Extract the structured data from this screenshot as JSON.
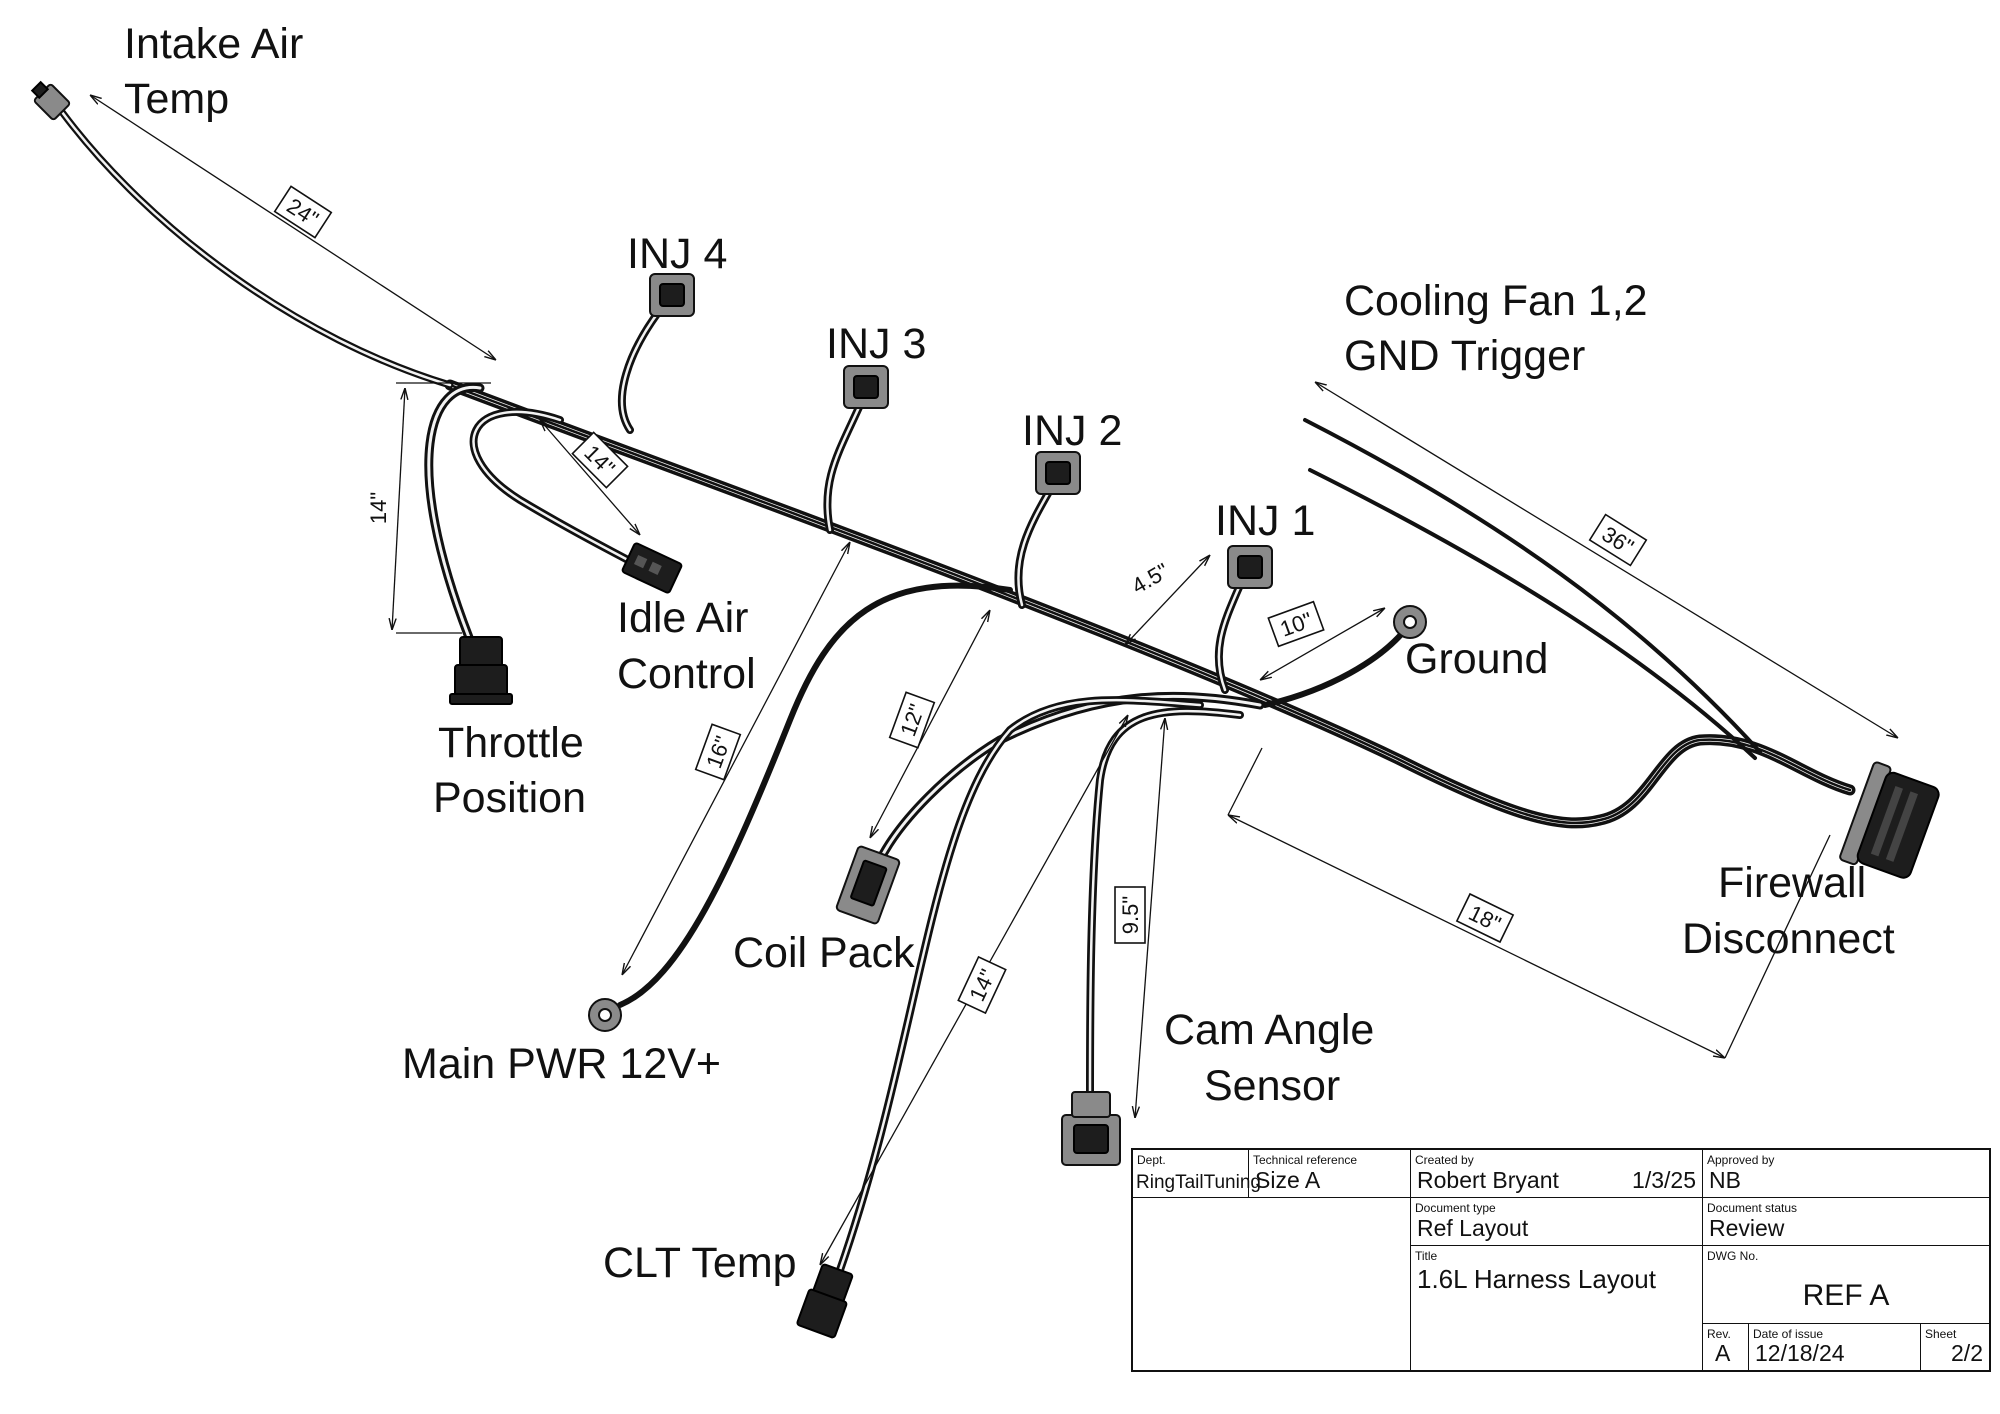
{
  "labels": {
    "intake_air_temp": [
      "Intake Air",
      "Temp"
    ],
    "inj4": "INJ 4",
    "inj3": "INJ 3",
    "inj2": "INJ 2",
    "inj1": "INJ 1",
    "cooling_fan": [
      "Cooling Fan 1,2",
      "GND Trigger"
    ],
    "idle_air_control": [
      "Idle Air",
      "Control"
    ],
    "throttle_position": [
      "Throttle",
      "Position"
    ],
    "ground": "Ground",
    "firewall_disconnect": [
      "Firewall",
      "Disconnect"
    ],
    "coil_pack": "Coil Pack",
    "main_pwr": "Main PWR 12V+",
    "cam_angle_sensor": [
      "Cam Angle",
      "Sensor"
    ],
    "clt_temp": "CLT Temp"
  },
  "dimensions": {
    "intake_air_temp": "24\"",
    "throttle_position": "14\"",
    "idle_air_control": "14\"",
    "injector_spacing": "4.5\"",
    "ground": "10\"",
    "cooling_fan": "36\"",
    "main_pwr": "16\"",
    "coil_pack": "12\"",
    "clt_temp": "14\"",
    "cam_angle_sensor": "9.5\"",
    "firewall_disconnect": "18\""
  },
  "title_block": {
    "dept_caption": "Dept.",
    "dept": "RingTailTuning",
    "techref_caption": "Technical reference",
    "techref": "Size A",
    "created_caption": "Created by",
    "created_by": "Robert Bryant",
    "created_date": "1/3/25",
    "approved_caption": "Approved by",
    "approved_by": "NB",
    "doctype_caption": "Document type",
    "doctype": "Ref Layout",
    "docstatus_caption": "Document status",
    "docstatus": "Review",
    "title_caption": "Title",
    "title": "1.6L Harness Layout",
    "dwg_caption": "DWG No.",
    "dwg": "REF A",
    "rev_caption": "Rev.",
    "rev": "A",
    "issue_caption": "Date of issue",
    "issue_date": "12/18/24",
    "sheet_caption": "Sheet",
    "sheet": "2/2"
  },
  "colors": {
    "wire": "#111111",
    "connector_gray": "#8a8a8a",
    "connector_dark": "#1d1d1d",
    "firewall_seal": "#2bb3b8"
  }
}
